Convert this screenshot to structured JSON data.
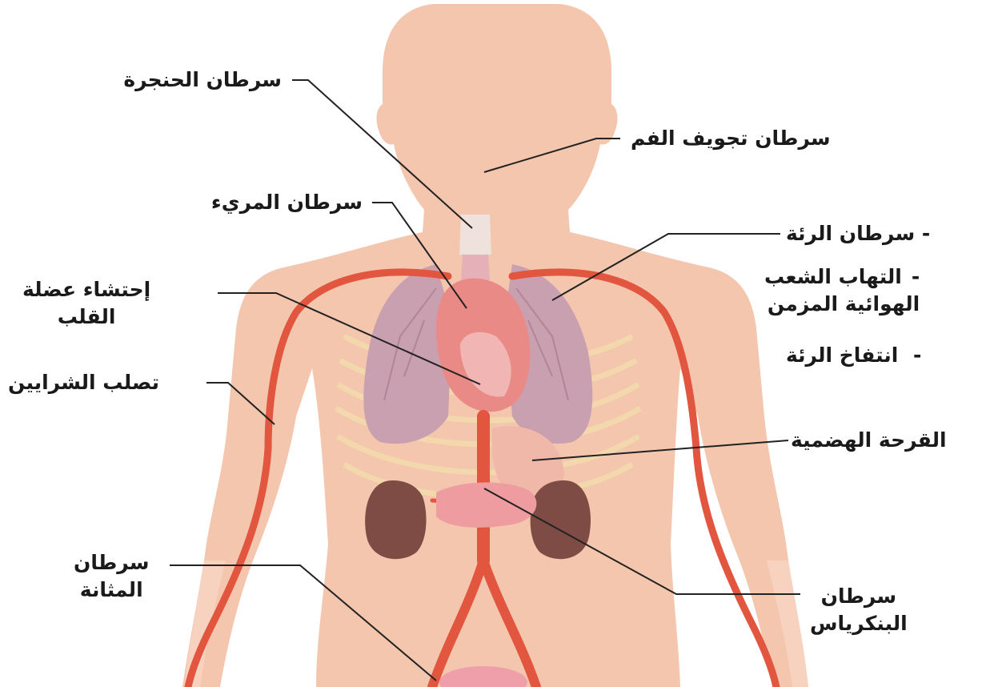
{
  "labels": {
    "larynx": "سرطان الحنجرة",
    "mouth": "سرطان تجويف الفم",
    "esophagus": "سرطان المريء",
    "lung_cancer": "سرطان الرئة",
    "bronchitis_line1": "التهاب الشعب",
    "bronchitis_line2": "الهوائية المزمن",
    "emphysema": "انتفاخ الرئة",
    "heart_line1": "إحتشاء عضلة",
    "heart_line2": "القلب",
    "arteries": "تصلب الشرايين",
    "ulcer": "القرحة الهضمية",
    "bladder_line1": "سرطان",
    "bladder_line2": "المثانة",
    "pancreas_line1": "سرطان",
    "pancreas_line2": "البنكرياس",
    "bullet": "-"
  },
  "colors": {
    "skin": "#f3c6ad",
    "artery": "#e2553f",
    "lung": "#c9a0b0",
    "heart": "#e98a86",
    "kidney": "#7e4b45",
    "pancreas": "#ee9ca0",
    "leader": "#222222"
  }
}
